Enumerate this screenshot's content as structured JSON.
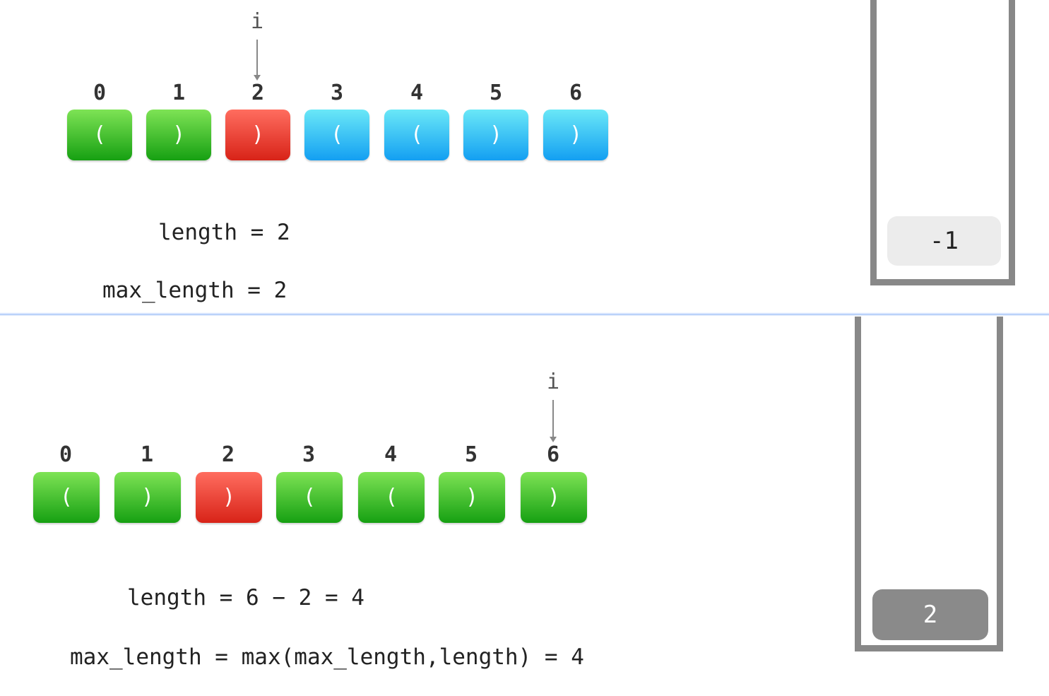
{
  "top": {
    "pointer": {
      "label": "i"
    },
    "indices": [
      "0",
      "1",
      "2",
      "3",
      "4",
      "5",
      "6"
    ],
    "cells": [
      {
        "char": "(",
        "color": "green"
      },
      {
        "char": ")",
        "color": "green"
      },
      {
        "char": ")",
        "color": "red"
      },
      {
        "char": "(",
        "color": "cyan"
      },
      {
        "char": "(",
        "color": "cyan"
      },
      {
        "char": ")",
        "color": "cyan"
      },
      {
        "char": ")",
        "color": "cyan"
      }
    ],
    "length_text": "length = 2",
    "max_length_text": "max_length = 2",
    "stack": [
      "-1"
    ]
  },
  "bottom": {
    "pointer": {
      "label": "i"
    },
    "indices": [
      "0",
      "1",
      "2",
      "3",
      "4",
      "5",
      "6"
    ],
    "cells": [
      {
        "char": "(",
        "color": "green"
      },
      {
        "char": ")",
        "color": "green"
      },
      {
        "char": ")",
        "color": "red"
      },
      {
        "char": "(",
        "color": "green"
      },
      {
        "char": "(",
        "color": "green"
      },
      {
        "char": ")",
        "color": "green"
      },
      {
        "char": ")",
        "color": "green"
      }
    ],
    "length_text": "length = 6 − 2 = 4",
    "max_length_text": "max_length = max(max_length,length) = 4",
    "stack": [
      "2"
    ]
  },
  "colors": {
    "green": "#22b019",
    "red": "#e8382c",
    "cyan": "#2cb8f4",
    "stack_border": "#888888",
    "stack_item_light": "#ececec",
    "stack_item_dark": "#8a8a8a"
  }
}
